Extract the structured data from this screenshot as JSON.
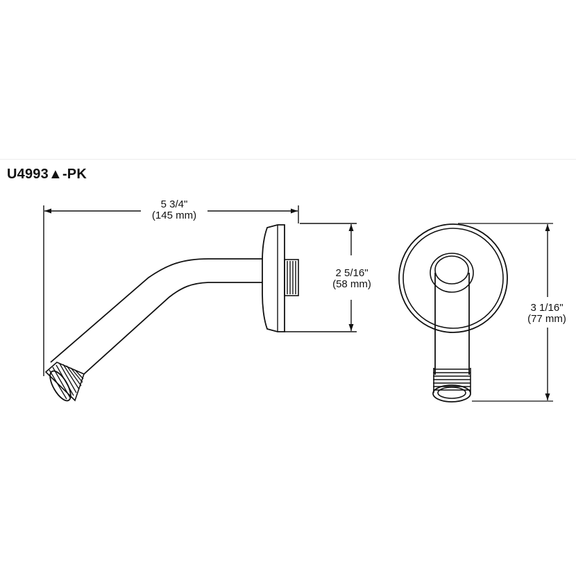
{
  "model": {
    "code": "U4993",
    "marker": "▲",
    "suffix": "-PK"
  },
  "dimensions": {
    "length": {
      "imperial": "5 3/4\"",
      "metric": "(145 mm)"
    },
    "flange_height": {
      "imperial": "2 5/16\"",
      "metric": "(58 mm)"
    },
    "overall_height": {
      "imperial": "3 1/16\"",
      "metric": "(77 mm)"
    }
  },
  "colors": {
    "line": "#111111",
    "background": "#ffffff"
  }
}
